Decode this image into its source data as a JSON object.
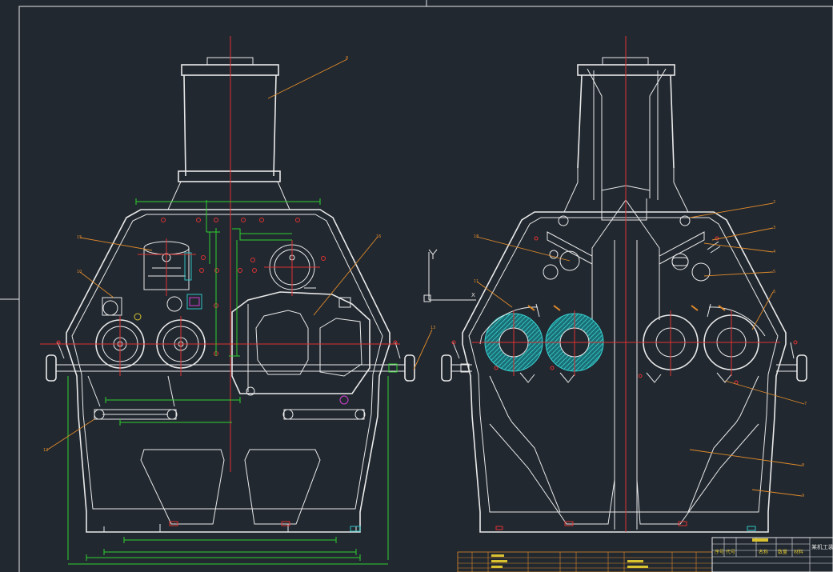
{
  "drawing": {
    "callouts_left": [
      "8",
      "15",
      "10",
      "16",
      "12",
      "13"
    ],
    "callouts_right": [
      "18",
      "11",
      "2",
      "3",
      "4",
      "5",
      "6",
      "7",
      "8",
      "9"
    ],
    "ucs_labels": {
      "y": "Y",
      "x": "X"
    }
  },
  "title_block": {
    "company_label": "某机工装",
    "row_labels": [
      "序号",
      "代号",
      "名称",
      "数量",
      "材料"
    ]
  },
  "colors": {
    "background": "#212830",
    "outline": "#e9e9e9",
    "center_line": "#e03232",
    "dimension": "#2fd02f",
    "leader": "#e08a2a",
    "hatch": "#2ec4c4"
  }
}
